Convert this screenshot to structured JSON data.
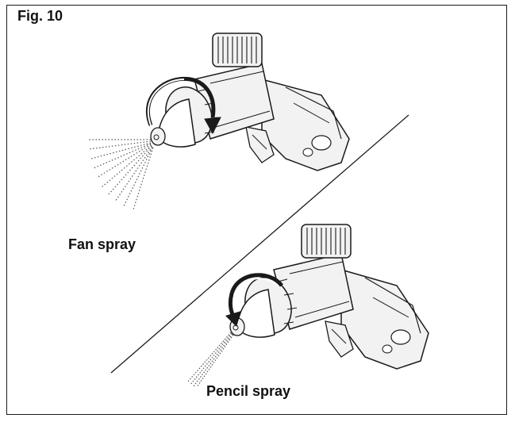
{
  "figure": {
    "label": "Fig. 10",
    "fan_label": "Fan spray",
    "pencil_label": "Pencil spray"
  },
  "colors": {
    "line": "#1a1a1a",
    "frame": "#1a1a1a",
    "fill_light": "#f2f2f2",
    "fill_mid": "#d9d9d9",
    "fill_dark": "#3a3a3a",
    "background": "#ffffff"
  },
  "icons": [
    "spray-gun-nozzle-icon",
    "rotate-arrow-icon",
    "spray-pattern-icon"
  ]
}
